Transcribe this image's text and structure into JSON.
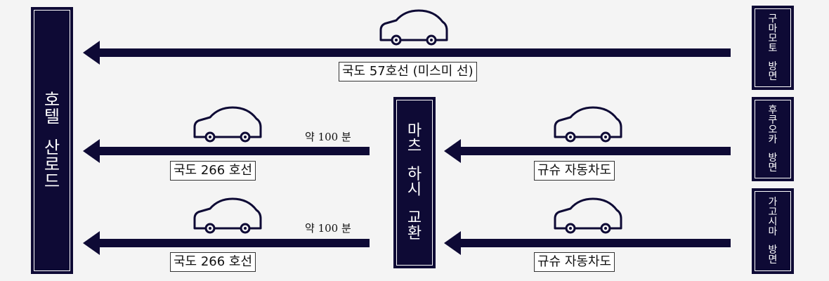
{
  "colors": {
    "navy": "#0e0a35",
    "background": "#f4f4f4",
    "label_bg": "#ffffff"
  },
  "icons": {
    "car": "car-icon"
  },
  "hotel": [
    "호",
    "텔",
    "",
    "산",
    "로",
    "드"
  ],
  "interchange": [
    "마",
    "츠",
    "",
    "하",
    "시",
    "",
    "교",
    "환"
  ],
  "sources": [
    [
      "구",
      "마",
      "모",
      "토",
      "",
      "방",
      "면"
    ],
    [
      "후",
      "쿠",
      "오",
      "카",
      "",
      "방",
      "면"
    ],
    [
      "가",
      "고",
      "시",
      "마",
      "",
      "방",
      "면"
    ]
  ],
  "routes": {
    "top": "국도 57호선 (미스미 선)",
    "mid_left": "국도 266 호선",
    "bot_left": "국도 266 호선",
    "mid_right": "규슈 자동차도",
    "bot_right": "규슈 자동차도"
  },
  "durations": {
    "mid": "약 100 분",
    "bot": "약 100 분"
  }
}
